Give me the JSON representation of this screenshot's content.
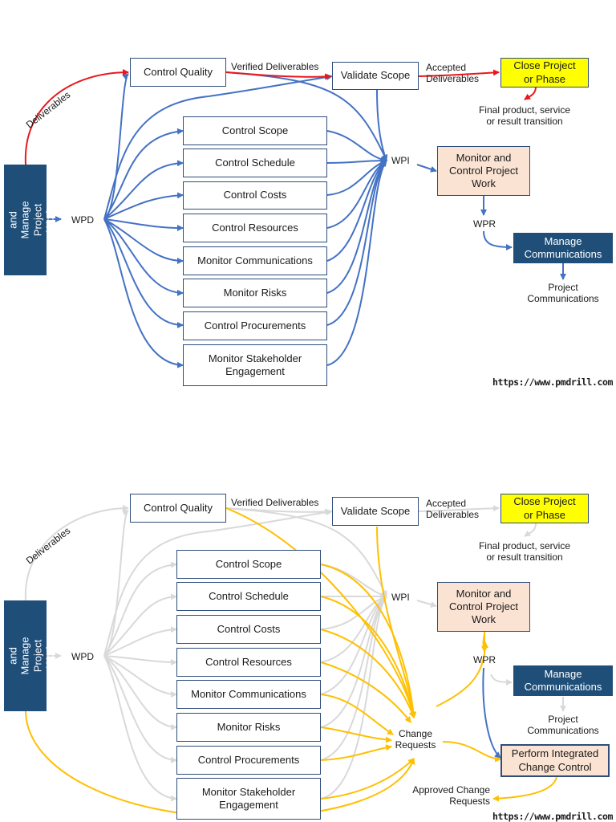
{
  "colors": {
    "blue": "#4472c4",
    "red": "#e8181d",
    "gold": "#ffc000",
    "gray": "#d9d9d9",
    "navy": "#1f4e79",
    "yellow": "#ffff00",
    "peach": "#fbe3d3"
  },
  "diagram1": {
    "direct_manage": "Direct and Manage Project Work",
    "deliverables": "Deliverables",
    "wpd": "WPD",
    "control_quality": "Control Quality",
    "verified_deliverables": "Verified Deliverables",
    "validate_scope": "Validate Scope",
    "accepted_deliverables_1": "Accepted",
    "accepted_deliverables_2": "Deliverables",
    "close_project_1": "Close Project",
    "close_project_2": "or Phase",
    "final_product_1": "Final product, service",
    "final_product_2": "or result transition",
    "wpi": "WPI",
    "monitor_control_1": "Monitor and",
    "monitor_control_2": "Control Project",
    "monitor_control_3": "Work",
    "wpr": "WPR",
    "manage_comm_1": "Manage",
    "manage_comm_2": "Communications",
    "project_comm_1": "Project",
    "project_comm_2": "Communications",
    "processes": [
      "Control Scope",
      "Control Schedule",
      "Control Costs",
      "Control Resources",
      "Monitor Communications",
      "Monitor Risks",
      "Control Procurements"
    ],
    "stakeholder_1": "Monitor Stakeholder",
    "stakeholder_2": "Engagement",
    "url": "https://www.pmdrill.com"
  },
  "diagram2": {
    "direct_manage": "Direct and Manage Project Work",
    "deliverables": "Deliverables",
    "wpd": "WPD",
    "control_quality": "Control Quality",
    "verified_deliverables": "Verified Deliverables",
    "validate_scope": "Validate Scope",
    "accepted_deliverables_1": "Accepted",
    "accepted_deliverables_2": "Deliverables",
    "close_project_1": "Close Project",
    "close_project_2": "or Phase",
    "final_product_1": "Final product, service",
    "final_product_2": "or result transition",
    "wpi": "WPI",
    "monitor_control_1": "Monitor and",
    "monitor_control_2": "Control Project",
    "monitor_control_3": "Work",
    "wpr": "WPR",
    "manage_comm_1": "Manage",
    "manage_comm_2": "Communications",
    "project_comm_1": "Project",
    "project_comm_2": "Communications",
    "processes": [
      "Control Scope",
      "Control Schedule",
      "Control Costs",
      "Control Resources",
      "Monitor Communications",
      "Monitor Risks",
      "Control Procurements"
    ],
    "stakeholder_1": "Monitor Stakeholder",
    "stakeholder_2": "Engagement",
    "change_requests_1": "Change",
    "change_requests_2": "Requests",
    "perform_icc_1": "Perform Integrated",
    "perform_icc_2": "Change Control",
    "approved_cr_1": "Approved Change",
    "approved_cr_2": "Requests",
    "url": "https://www.pmdrill.com"
  }
}
